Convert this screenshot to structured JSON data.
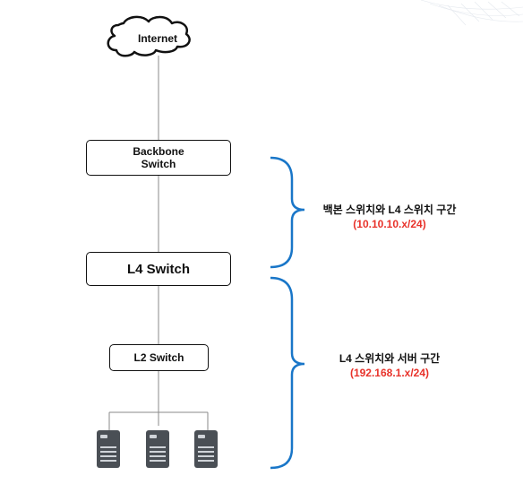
{
  "nodes": {
    "internet": "Internet",
    "backbone_line1": "Backbone",
    "backbone_line2": "Switch",
    "l4_switch": "L4 Switch",
    "l2_switch": "L2 Switch"
  },
  "segments": [
    {
      "title": "백본 스위치와 L4 스위치 구간",
      "subnet": "(10.10.10.x/24)"
    },
    {
      "title": "L4 스위치와 서버 구간",
      "subnet": "(192.168.1.x/24)"
    }
  ],
  "colors": {
    "bracket": "#1976c8",
    "subnet_text": "#e8322a",
    "line": "#8a8a8a",
    "server": "#4a4f55"
  },
  "icons": [
    "cloud-icon",
    "server-icon",
    "server-icon",
    "server-icon"
  ]
}
